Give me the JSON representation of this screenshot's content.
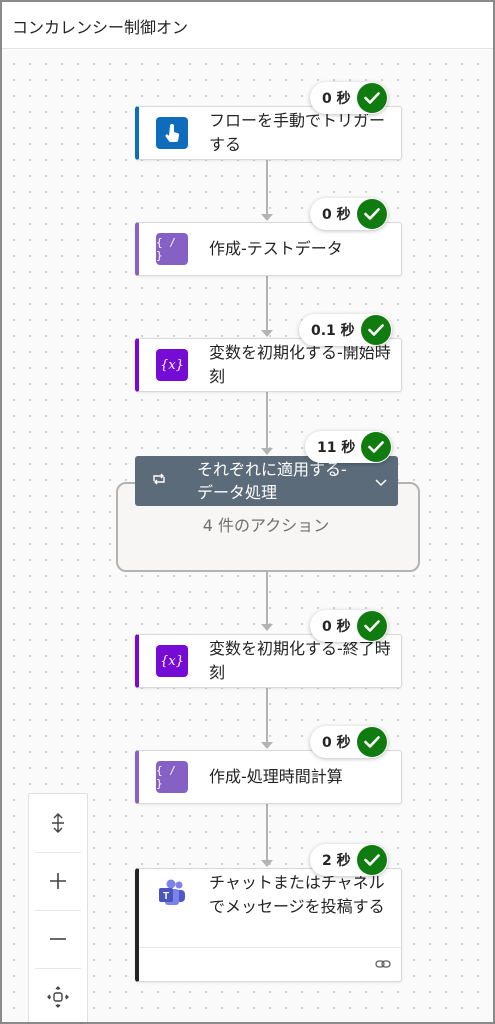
{
  "header": {
    "title": "コンカレンシー制御オン"
  },
  "steps": [
    {
      "label": "フローを手動でトリガーする",
      "duration": "0 秒",
      "icon": "hand-touch-icon",
      "accent": "#0f6cbd"
    },
    {
      "label": "作成-テストデータ",
      "duration": "0 秒",
      "icon": "compose-icon",
      "accent": "#8661c5"
    },
    {
      "label": "変数を初期化する-開始時刻",
      "duration": "0.1 秒",
      "icon": "variable-icon",
      "accent": "#770bd6"
    },
    {
      "label": "それぞれに適用する-データ処理",
      "duration": "11 秒",
      "icon": "loop-icon",
      "accent": "#5c6b7a",
      "subtitle": "4 件のアクション"
    },
    {
      "label": "変数を初期化する-終了時刻",
      "duration": "0 秒",
      "icon": "variable-icon",
      "accent": "#770bd6"
    },
    {
      "label": "作成-処理時間計算",
      "duration": "0 秒",
      "icon": "compose-icon",
      "accent": "#8661c5"
    },
    {
      "label": "チャットまたはチャネルでメッセージを投稿する",
      "duration": "2 秒",
      "icon": "teams-icon",
      "accent": "#242424"
    }
  ],
  "status_color": "#107c10",
  "zoom_controls": [
    "fit-height-icon",
    "zoom-in-icon",
    "zoom-out-icon",
    "fit-view-icon"
  ]
}
